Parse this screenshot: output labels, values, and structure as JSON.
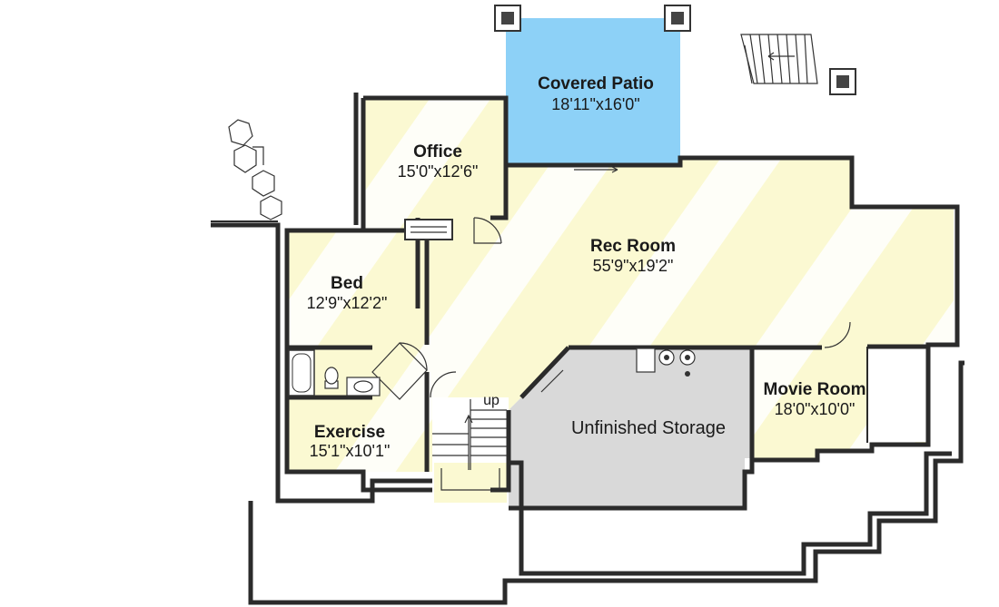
{
  "colors": {
    "room_fill": "#fbf9d2",
    "patio_fill": "#8dd1f7",
    "storage_fill": "#d9d9d9",
    "stripe_fill": "#ffffff",
    "wall_color": "#2b2b2b"
  },
  "rooms": {
    "covered_patio": {
      "name": "Covered Patio",
      "dims": "18'11\"x16'0\""
    },
    "office": {
      "name": "Office",
      "dims": "15'0\"x12'6\""
    },
    "rec_room": {
      "name": "Rec Room",
      "dims": "55'9\"x19'2\""
    },
    "bed": {
      "name": "Bed",
      "dims": "12'9\"x12'2\""
    },
    "exercise": {
      "name": "Exercise",
      "dims": "15'1\"x10'1\""
    },
    "movie_room": {
      "name": "Movie Room",
      "dims": "18'0\"x10'0\""
    },
    "unfinished_storage": {
      "name": "Unfinished Storage"
    }
  },
  "stairs": {
    "label": "up"
  },
  "icons": [
    "stair-icon",
    "toilet-icon",
    "sink-icon",
    "bathtub-icon",
    "water-heater-icon",
    "column-icon",
    "boulder-icon"
  ]
}
